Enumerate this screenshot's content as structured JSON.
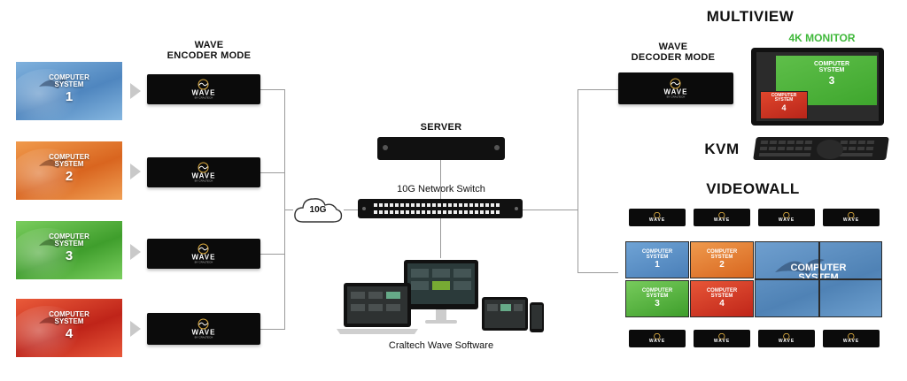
{
  "labels": {
    "encoder_mode": "WAVE\nENCODER MODE",
    "decoder_mode": "WAVE\nDECODER MODE",
    "multiview": "MULTIVIEW",
    "monitor_4k": "4K MONITOR",
    "kvm": "KVM",
    "videowall": "VIDEOWALL",
    "server": "SERVER",
    "switch": "10G Network Switch",
    "cloud": "10G",
    "software": "Craltech Wave Software"
  },
  "wave_logo": {
    "text": "WAVE",
    "sub": "BY CRALTECH"
  },
  "computer_systems": [
    {
      "label": "COMPUTER\nSYSTEM",
      "number": "1",
      "color": "#5b93c9"
    },
    {
      "label": "COMPUTER\nSYSTEM",
      "number": "2",
      "color": "#e2762f"
    },
    {
      "label": "COMPUTER\nSYSTEM",
      "number": "3",
      "color": "#54ad3c"
    },
    {
      "label": "COMPUTER\nSYSTEM",
      "number": "4",
      "color": "#d3362a"
    }
  ],
  "monitor": {
    "main": {
      "label": "COMPUTER\nSYSTEM",
      "number": "3"
    },
    "inset": {
      "label": "COMPUTER\nSYSTEM",
      "number": "4"
    }
  },
  "videowall": {
    "cells": [
      {
        "label": "COMPUTER\nSYSTEM",
        "number": "1",
        "color": "#4f86bf"
      },
      {
        "label": "COMPUTER\nSYSTEM",
        "number": "2",
        "color": "#e07a30"
      },
      {
        "label": "COMPUTER\nSYSTEM",
        "number": "3",
        "color": "#4fae3b"
      },
      {
        "label": "COMPUTER\nSYSTEM",
        "number": "4",
        "color": "#cf3a2a"
      }
    ],
    "big": {
      "label": "COMPUTER\nSYSTEM"
    }
  }
}
